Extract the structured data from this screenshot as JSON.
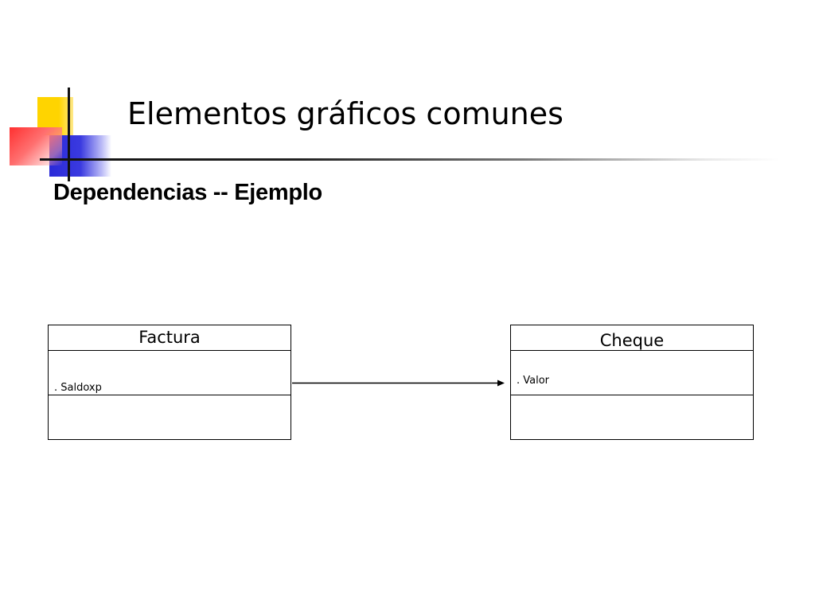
{
  "slide": {
    "title": "Elementos gráficos comunes",
    "subtitle": "Dependencias -- Ejemplo"
  },
  "diagram": {
    "classes": [
      {
        "name": "Factura",
        "attributes": [
          ". Saldoxp"
        ],
        "operations": []
      },
      {
        "name": "Cheque",
        "attributes": [
          ". Valor"
        ],
        "operations": []
      }
    ],
    "dependency": {
      "from": "Factura",
      "to": "Cheque"
    }
  }
}
